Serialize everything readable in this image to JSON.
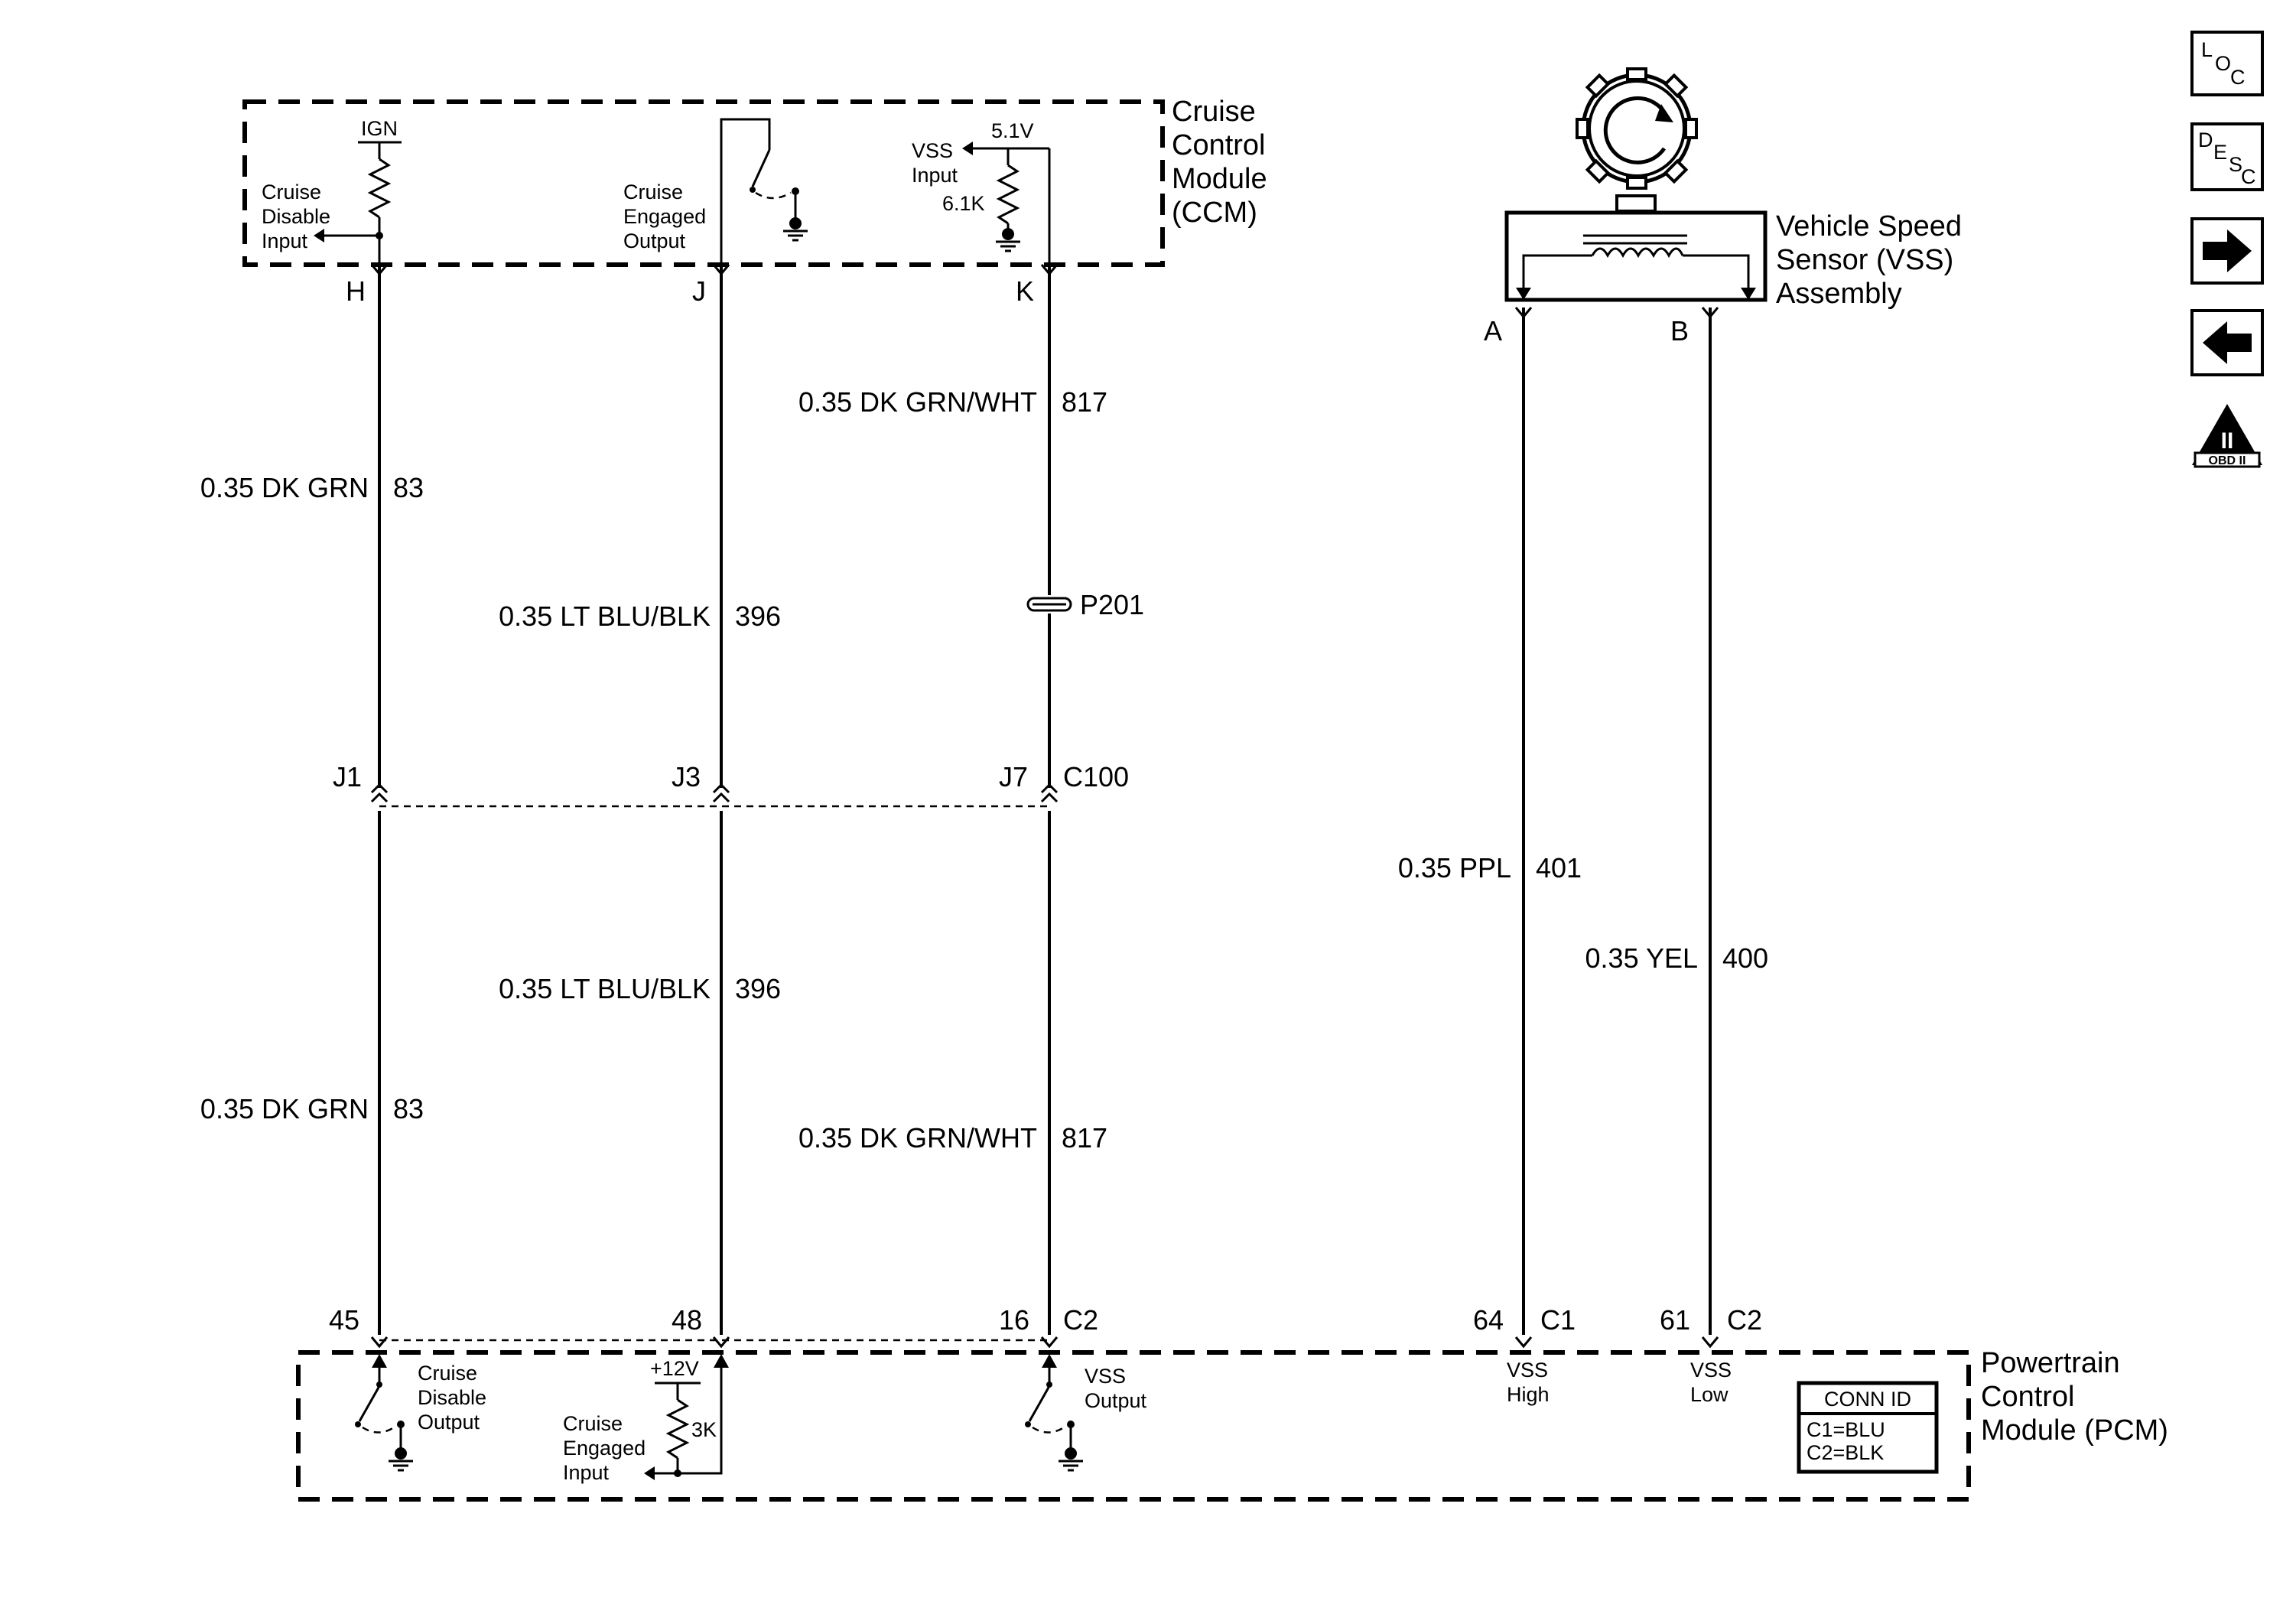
{
  "modules": {
    "ccm": {
      "name_lines": [
        "Cruise",
        "Control",
        "Module",
        "(CCM)"
      ]
    },
    "pcm": {
      "name_lines": [
        "Powertrain",
        "Control",
        "Module (PCM)"
      ]
    },
    "vss": {
      "name_lines": [
        "Vehicle Speed",
        "Sensor (VSS)",
        "Assembly"
      ]
    }
  },
  "ccm_internal": {
    "ign": "IGN",
    "cruise_disable_input": [
      "Cruise",
      "Disable",
      "Input"
    ],
    "cruise_engaged_output": [
      "Cruise",
      "Engaged",
      "Output"
    ],
    "vss_input": [
      "VSS",
      "Input"
    ],
    "volt": "5.1V",
    "resistor": "6.1K"
  },
  "pcm_internal": {
    "cruise_disable_output": [
      "Cruise",
      "Disable",
      "Output"
    ],
    "cruise_engaged_input": [
      "Cruise",
      "Engaged",
      "Input"
    ],
    "plus12v": "+12V",
    "resistor": "3K",
    "vss_output": [
      "VSS",
      "Output"
    ],
    "vss_high": [
      "VSS",
      "High"
    ],
    "vss_low": [
      "VSS",
      "Low"
    ]
  },
  "pins": {
    "ccm": [
      "H",
      "J",
      "K"
    ],
    "vss": [
      "A",
      "B"
    ],
    "c100": [
      "J1",
      "J3",
      "J7"
    ],
    "c100_label": "C100",
    "pcm": [
      "45",
      "48",
      "16"
    ],
    "pcm_conn_c2": "C2",
    "pcm_right": [
      "64",
      "61"
    ],
    "pcm_right_conn": [
      "C1",
      "C2"
    ]
  },
  "splice": "P201",
  "wires": [
    {
      "label": "0.35 DK GRN",
      "circuit": "83"
    },
    {
      "label": "0.35 LT BLU/BLK",
      "circuit": "396"
    },
    {
      "label": "0.35 DK GRN/WHT",
      "circuit": "817"
    },
    {
      "label": "0.35 DK GRN",
      "circuit": "83"
    },
    {
      "label": "0.35 LT BLU/BLK",
      "circuit": "396"
    },
    {
      "label": "0.35 DK GRN/WHT",
      "circuit": "817"
    },
    {
      "label": "0.35 PPL",
      "circuit": "401"
    },
    {
      "label": "0.35 YEL",
      "circuit": "400"
    }
  ],
  "conn_id": {
    "title": "CONN ID",
    "lines": [
      "C1=BLU",
      "C2=BLK"
    ]
  },
  "nav": {
    "loc": [
      "L",
      "O",
      "C"
    ],
    "desc": [
      "D",
      "E",
      "S",
      "C"
    ],
    "obd_numeral": "II",
    "obd_text": "OBD II",
    "icons": [
      "loc-button-icon",
      "desc-button-icon",
      "arrow-right-icon",
      "arrow-left-icon",
      "obd-ii-icon"
    ]
  }
}
